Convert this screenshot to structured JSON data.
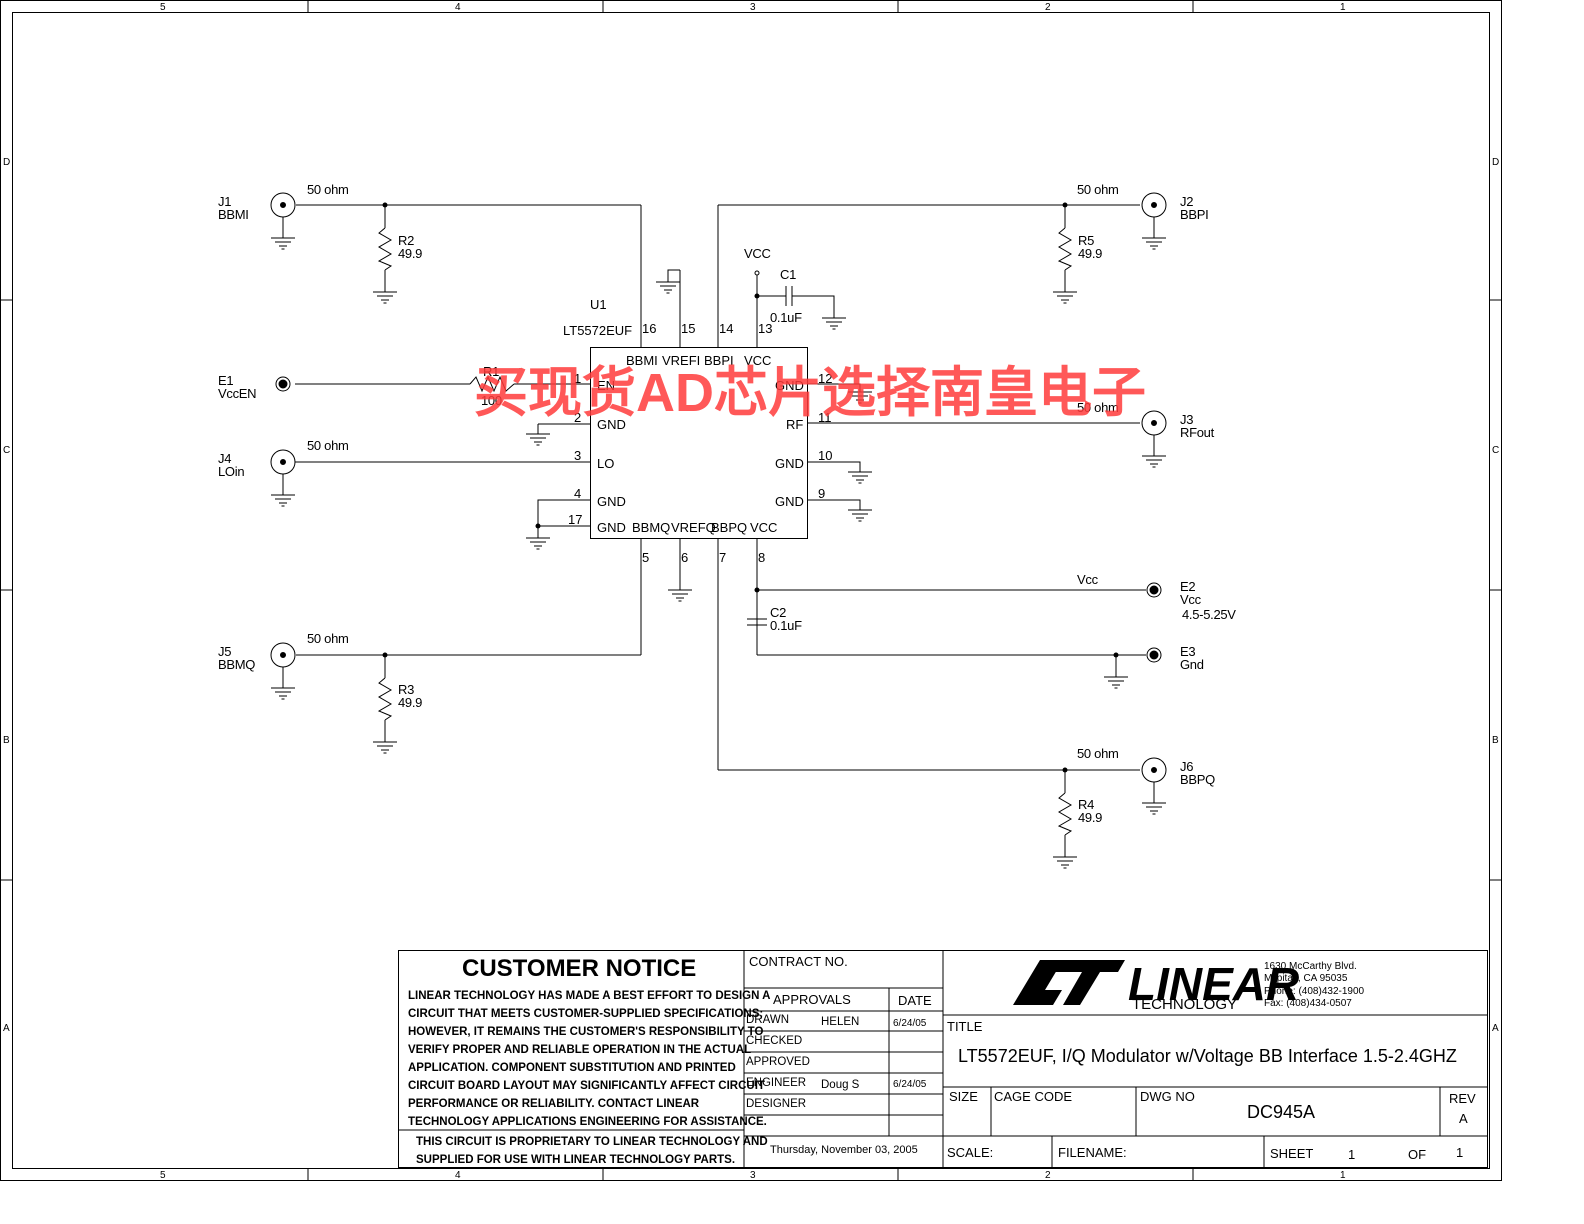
{
  "frame": {
    "cols_top": [
      "5",
      "4",
      "3",
      "2",
      "1"
    ],
    "rows": [
      "D",
      "C",
      "B",
      "A"
    ]
  },
  "ic": {
    "ref": "U1",
    "part": "LT5572EUF",
    "pins_top": [
      {
        "num": "16",
        "name": "BBMI"
      },
      {
        "num": "15",
        "name": "VREFI"
      },
      {
        "num": "14",
        "name": "BBPI"
      },
      {
        "num": "13",
        "name": "VCC"
      }
    ],
    "pins_left": [
      {
        "num": "1",
        "name": "EN"
      },
      {
        "num": "2",
        "name": "GND"
      },
      {
        "num": "3",
        "name": "LO"
      },
      {
        "num": "4",
        "name": "GND"
      },
      {
        "num": "17",
        "name": "GND"
      }
    ],
    "pins_right": [
      {
        "num": "12",
        "name": "GND"
      },
      {
        "num": "11",
        "name": "RF"
      },
      {
        "num": "10",
        "name": "GND"
      },
      {
        "num": "9",
        "name": "GND"
      }
    ],
    "pins_bottom": [
      {
        "num": "5",
        "name": "BBMQ"
      },
      {
        "num": "6",
        "name": "VREFQ"
      },
      {
        "num": "7",
        "name": "BBPQ"
      },
      {
        "num": "8",
        "name": "VCC"
      }
    ]
  },
  "connectors": {
    "j1": {
      "ref": "J1",
      "name": "BBMI",
      "line": "50 ohm"
    },
    "j2": {
      "ref": "J2",
      "name": "BBPI",
      "line": "50 ohm"
    },
    "j3": {
      "ref": "J3",
      "name": "RFout",
      "line": "50 ohm"
    },
    "j4": {
      "ref": "J4",
      "name": "LOin",
      "line": "50 ohm"
    },
    "j5": {
      "ref": "J5",
      "name": "BBMQ",
      "line": "50 ohm"
    },
    "j6": {
      "ref": "J6",
      "name": "BBPQ",
      "line": "50 ohm"
    },
    "e1": {
      "ref": "E1",
      "name": "VccEN"
    },
    "e2": {
      "ref": "E2",
      "name": "Vcc",
      "note": "4.5-5.25V",
      "net": "Vcc"
    },
    "e3": {
      "ref": "E3",
      "name": "Gnd"
    }
  },
  "components": {
    "r1": {
      "ref": "R1",
      "value": "100"
    },
    "r2": {
      "ref": "R2",
      "value": "49.9"
    },
    "r3": {
      "ref": "R3",
      "value": "49.9"
    },
    "r4": {
      "ref": "R4",
      "value": "49.9"
    },
    "r5": {
      "ref": "R5",
      "value": "49.9"
    },
    "c1": {
      "ref": "C1",
      "value": "0.1uF"
    },
    "c2": {
      "ref": "C2",
      "value": "0.1uF"
    },
    "vcc_label": "VCC"
  },
  "watermark": "买现货AD芯片选择南皇电子",
  "title_block": {
    "notice_title": "CUSTOMER NOTICE",
    "notice_lines": [
      "LINEAR TECHNOLOGY HAS MADE A BEST EFFORT TO DESIGN A",
      "CIRCUIT THAT MEETS CUSTOMER-SUPPLIED SPECIFICATIONS;",
      "HOWEVER, IT REMAINS THE CUSTOMER'S RESPONSIBILITY TO",
      "VERIFY PROPER AND RELIABLE OPERATION IN THE ACTUAL",
      "APPLICATION.  COMPONENT SUBSTITUTION AND PRINTED",
      "CIRCUIT BOARD LAYOUT MAY SIGNIFICANTLY AFFECT CIRCUIT",
      "PERFORMANCE OR RELIABILITY.  CONTACT LINEAR",
      "TECHNOLOGY APPLICATIONS ENGINEERING FOR ASSISTANCE."
    ],
    "proprietary_lines": [
      "THIS CIRCUIT IS PROPRIETARY TO LINEAR TECHNOLOGY AND",
      "SUPPLIED FOR USE WITH LINEAR TECHNOLOGY PARTS."
    ],
    "contract_label": "CONTRACT NO.",
    "approvals_label": "APPROVALS",
    "date_label": "DATE",
    "drawn_label": "DRAWN",
    "drawn_by": "HELEN",
    "drawn_date": "6/24/05",
    "checked_label": "CHECKED",
    "approved_label": "APPROVED",
    "engineer_label": "ENGINEER",
    "engineer_name": "Doug S",
    "engineer_date": "6/24/05",
    "designer_label": "DESIGNER",
    "print_date": "Thursday, November 03, 2005",
    "company_line1": "LINEAR",
    "company_line2": "TECHNOLOGY",
    "address": [
      "1630 McCarthy Blvd.",
      "Milpitas, CA 95035",
      "Phone: (408)432-1900",
      "Fax: (408)434-0507"
    ],
    "title_label": "TITLE",
    "title": "LT5572EUF, I/Q Modulator  w/Voltage BB Interface 1.5-2.4GHZ",
    "size_label": "SIZE",
    "cage_label": "CAGE CODE",
    "dwg_label": "DWG NO",
    "dwg_no": "DC945A",
    "rev_label": "REV",
    "rev": "A",
    "scale_label": "SCALE:",
    "filename_label": "FILENAME:",
    "sheet_label": "SHEET",
    "sheet": "1",
    "of_label": "OF",
    "sheets": "1"
  }
}
